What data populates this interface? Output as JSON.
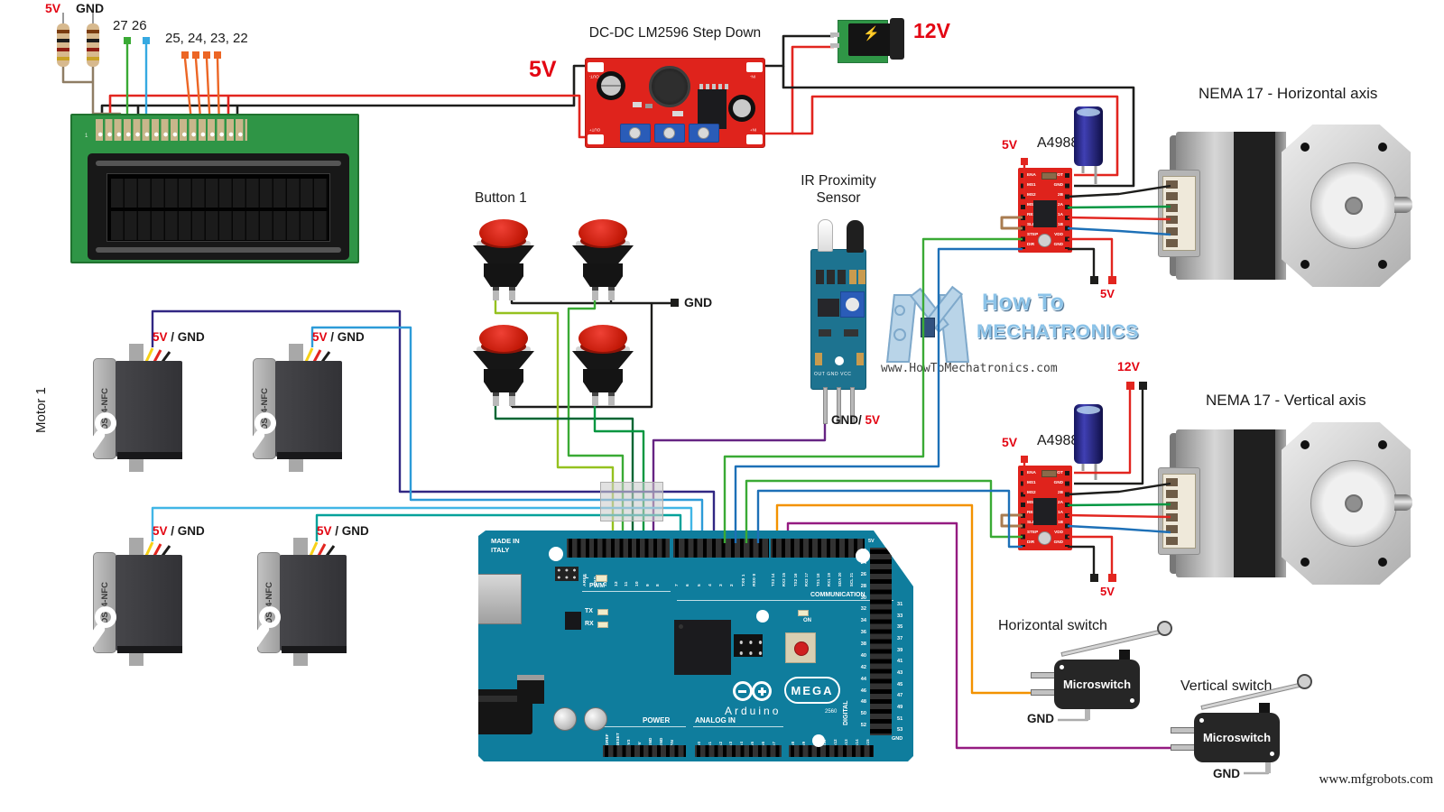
{
  "power_header": {
    "v5": "5V",
    "gnd": "GND",
    "pins_a": "27 26",
    "pins_b": "25, 24, 23, 22"
  },
  "lcd": {
    "pin1": "1"
  },
  "stepdown": {
    "title": "DC-DC LM2596 Step Down",
    "v5": "5V",
    "v12": "12V",
    "pads": [
      "OUT-",
      "OUT+",
      "IN-",
      "IN+"
    ]
  },
  "driver": {
    "title": "A4988",
    "v5": "5V",
    "v12": "12V",
    "left": [
      "ENA",
      "MS1",
      "MS2",
      "MS3",
      "RESET",
      "SLEEP",
      "STEP",
      "DIR"
    ],
    "right": [
      "VMOT",
      "GND",
      "2B",
      "2A",
      "1A",
      "1B",
      "VDD",
      "GND"
    ]
  },
  "stepper": {
    "h": "NEMA 17 - Horizontal axis",
    "v": "NEMA 17 - Vertical axis"
  },
  "ir": {
    "t1": "IR Proximity",
    "t2": "Sensor",
    "pins": "OUT GND VCC",
    "gnd": "GND/",
    "v5": "5V"
  },
  "buttons": {
    "title": "Button 1",
    "gnd": "GND"
  },
  "servo": {
    "motor": "Motor 1",
    "model": "DS04-NFC",
    "v5": "5V",
    "rest": " / GND"
  },
  "switches": {
    "h": "Horizontal switch",
    "v": "Vertical switch",
    "label": "Microswitch",
    "gnd": "GND"
  },
  "arduino": {
    "made1": "MADE IN",
    "made2": "ITALY",
    "pwm": "PWM",
    "comm": "COMMUNICATION",
    "power": "POWER",
    "analog": "ANALOG IN",
    "digital": "DIGITAL",
    "l": "L",
    "tx": "TX",
    "rx": "RX",
    "on": "ON",
    "mega": "MEGA",
    "brand": "Arduino",
    "chip": "2560",
    "v5": "5V",
    "gnd": "GND",
    "top1": [
      "AREF",
      "GND",
      "13",
      "12",
      "11",
      "10",
      "9",
      "8"
    ],
    "top2": [
      "7",
      "6",
      "5",
      "4",
      "3",
      "2",
      "TX0 1",
      "RX0 0"
    ],
    "top3": [
      "TX3 14",
      "RX3 15",
      "TX2 16",
      "RX2 17",
      "TX1 18",
      "RX1 19",
      "SDA 20",
      "SCL 21"
    ],
    "right_even": [
      "22",
      "24",
      "26",
      "28",
      "30",
      "32",
      "34",
      "36",
      "38",
      "40",
      "42",
      "44",
      "46",
      "48",
      "50",
      "52"
    ],
    "right_odd": [
      "31",
      "33",
      "35",
      "37",
      "39",
      "41",
      "43",
      "45",
      "47",
      "49",
      "51",
      "53"
    ],
    "power_pins": [
      "IOREF",
      "RESET",
      "3V3",
      "5V",
      "GND",
      "GND",
      "VIN"
    ],
    "analog_a": [
      "A0",
      "A1",
      "A2",
      "A3",
      "A4",
      "A5",
      "A6",
      "A7"
    ],
    "analog_b": [
      "A8",
      "A9",
      "A10",
      "A11",
      "A12",
      "A13",
      "A14",
      "A15"
    ]
  },
  "watermark": {
    "line1": "How To",
    "line2": "MECHATRONICS",
    "url": "www.HowToMechatronics.com"
  },
  "footer": {
    "url": "www.mfgrobots.com"
  }
}
